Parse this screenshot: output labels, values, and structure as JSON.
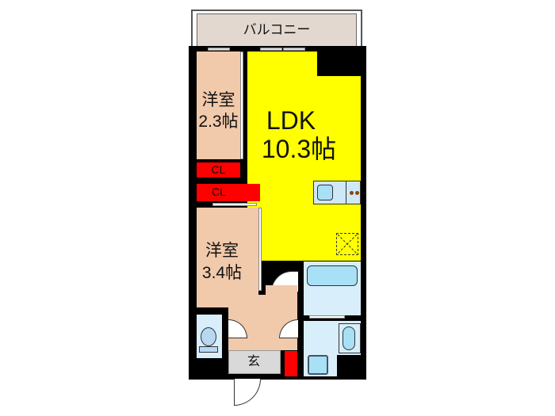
{
  "plan": {
    "balcony": {
      "label": "バルコニー"
    },
    "ldk": {
      "name": "LDK",
      "size": "10.3帖"
    },
    "western_room_1": {
      "name": "洋室",
      "size": "2.3帖"
    },
    "western_room_2": {
      "name": "洋室",
      "size": "3.4帖"
    },
    "closet_1": {
      "label": "CL"
    },
    "closet_2": {
      "label": "CL"
    },
    "entrance": {
      "label": "玄"
    }
  },
  "colors": {
    "ldk": "#ffff00",
    "western_room": "#f1c9ab",
    "closet": "#ff0000",
    "balcony": "#e2d8d0",
    "wet_area": "#d8eefb",
    "fixture": "#a8e0f5",
    "entrance": "#d9d9d9",
    "wall": "#000000"
  }
}
